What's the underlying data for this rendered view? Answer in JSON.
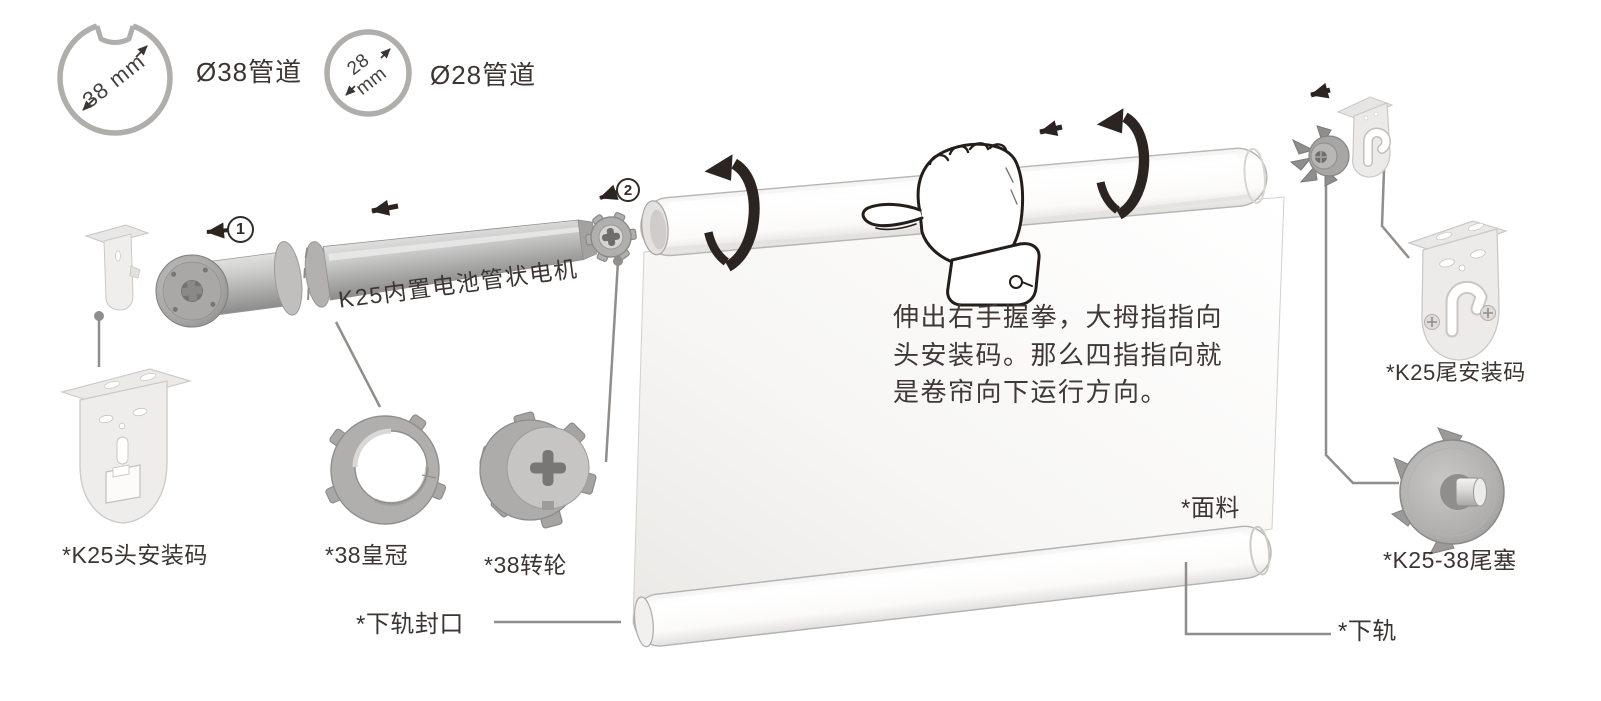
{
  "diagram_title": "K25 tubular motor roller blind installation diagram",
  "pipe_sections": [
    {
      "dimension": "38 mm",
      "label": "Ø38管道"
    },
    {
      "dimension": "28 mm",
      "label": "Ø28管道"
    }
  ],
  "motor": {
    "label": "K25内置电池管状电机"
  },
  "callouts": [
    {
      "number": "1"
    },
    {
      "number": "2"
    }
  ],
  "instruction": {
    "lines": [
      "伸出右手握拳，大拇指指向",
      "头安装码。那么四指指向就",
      "是卷帘向下运行方向。"
    ]
  },
  "part_labels": {
    "head_bracket": "*K25头安装码",
    "crown": "*38皇冠",
    "wheel": "*38转轮",
    "tail_bracket": "*K25尾安装码",
    "tail_plug": "*K25-38尾塞",
    "fabric": "*面料",
    "rail_cap": "*下轨封口",
    "rail": "*下轨"
  },
  "icons": {
    "direction_arrow": "left-arrow",
    "rotation_arrow": "ccw-rotation-arc",
    "hand": "fist-thumb-pointing-left"
  },
  "colors": {
    "ink": "#3c3531",
    "arrow": "#2b2420",
    "part_gray": "#aeadab",
    "ring_gray": "#b0aeab",
    "leader_gray": "#908d8a",
    "background": "#ffffff"
  }
}
